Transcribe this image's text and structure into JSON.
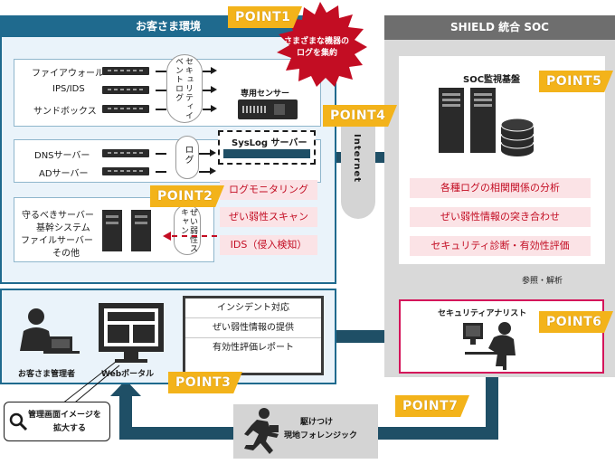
{
  "customer_env": {
    "title": "お客さま環境",
    "devices_security": [
      "ファイアウォール",
      "IPS/IDS",
      "サンドボックス"
    ],
    "security_event_log": "セキュリティイベントログ",
    "sensor": "専用センサー",
    "servers": [
      "DNSサーバー",
      "ADサーバー"
    ],
    "log_label": "ログ",
    "syslog": "SysLog サーバー",
    "protect_servers": [
      "守るべきサーバー",
      "基幹システム",
      "ファイルサーバー",
      "その他"
    ],
    "vuln_scan_label": "ぜい弱性スキャン",
    "functions": [
      "ログモニタリング",
      "ぜい弱性スキャン",
      "IDS（侵入検知）"
    ]
  },
  "burst": [
    "さまざまな機器の",
    "ログを集約"
  ],
  "internet": "Internet",
  "soc": {
    "title": "SHIELD 統合 SOC",
    "platform": "SOC監視基盤",
    "analysis": [
      "各種ログの相関関係の分析",
      "ぜい弱性情報の突き合わせ",
      "セキュリティ診断・有効性評価"
    ],
    "ref_label": "参照・解析",
    "analyst": "セキュリティアナリスト"
  },
  "portal": {
    "admin": "お客さま管理者",
    "web": "Webポータル",
    "services": [
      "インシデント対応",
      "ぜい弱性情報の提供",
      "有効性評価レポート"
    ],
    "zoom": [
      "管理画面イメージを",
      "拡大する"
    ]
  },
  "forensic": [
    "駆けつけ",
    "現地フォレンジック"
  ],
  "points": [
    "POINT1",
    "POINT2",
    "POINT3",
    "POINT4",
    "POINT5",
    "POINT6",
    "POINT7"
  ],
  "colors": {
    "blue": "#1f6a8e",
    "gold": "#f3b31a",
    "red": "#c30d23",
    "gray": "#6e6e6e"
  }
}
